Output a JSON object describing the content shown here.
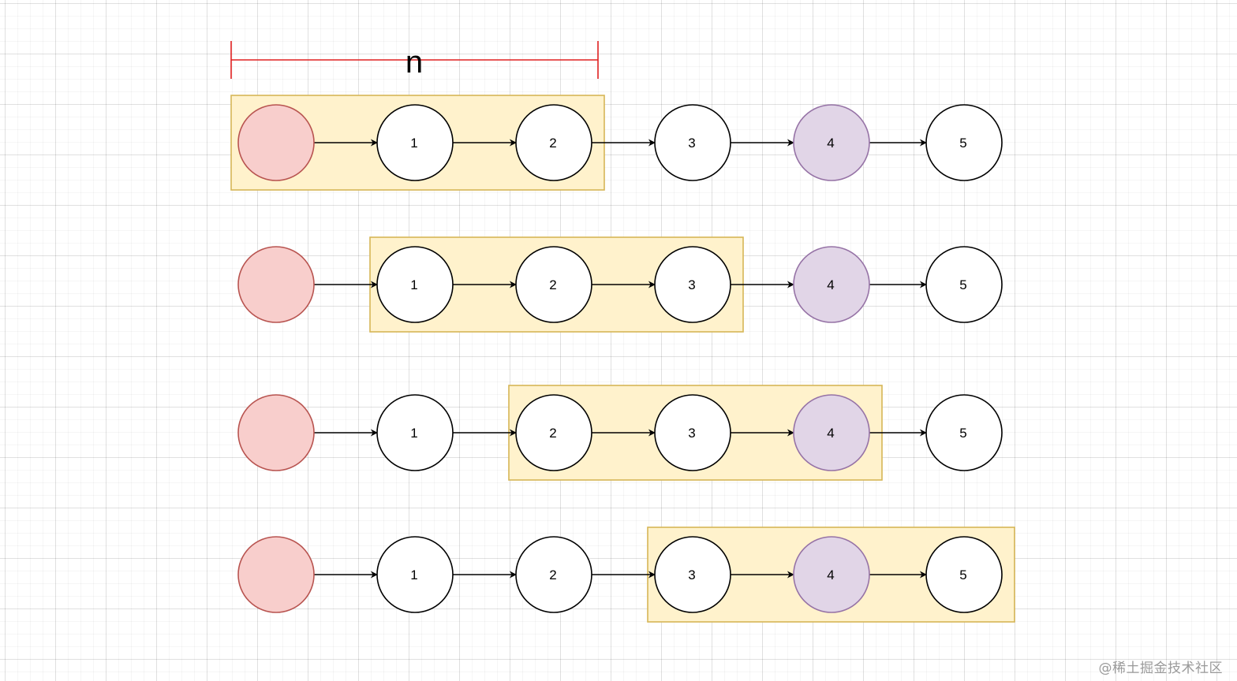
{
  "diagram": {
    "length_label": "n",
    "rows": [
      {
        "nodes": [
          "",
          "1",
          "2",
          "3",
          "4",
          "5"
        ],
        "window_start": 0,
        "window_size": 3
      },
      {
        "nodes": [
          "",
          "1",
          "2",
          "3",
          "4",
          "5"
        ],
        "window_start": 1,
        "window_size": 3
      },
      {
        "nodes": [
          "",
          "1",
          "2",
          "3",
          "4",
          "5"
        ],
        "window_start": 2,
        "window_size": 3
      },
      {
        "nodes": [
          "",
          "1",
          "2",
          "3",
          "4",
          "5"
        ],
        "window_start": 3,
        "window_size": 3
      }
    ],
    "colors": {
      "head_fill": "#f8cecc",
      "head_stroke": "#b85450",
      "target_fill": "#e1d5e7",
      "target_stroke": "#9673a6",
      "node_fill": "#ffffff",
      "node_stroke": "#000000",
      "window_fill": "#fff2cc",
      "window_stroke": "#d6b656",
      "measure": "#e02020"
    },
    "node_roles": [
      "head",
      "normal",
      "normal",
      "normal",
      "target",
      "normal"
    ]
  },
  "watermark": "@稀土掘金技术社区"
}
